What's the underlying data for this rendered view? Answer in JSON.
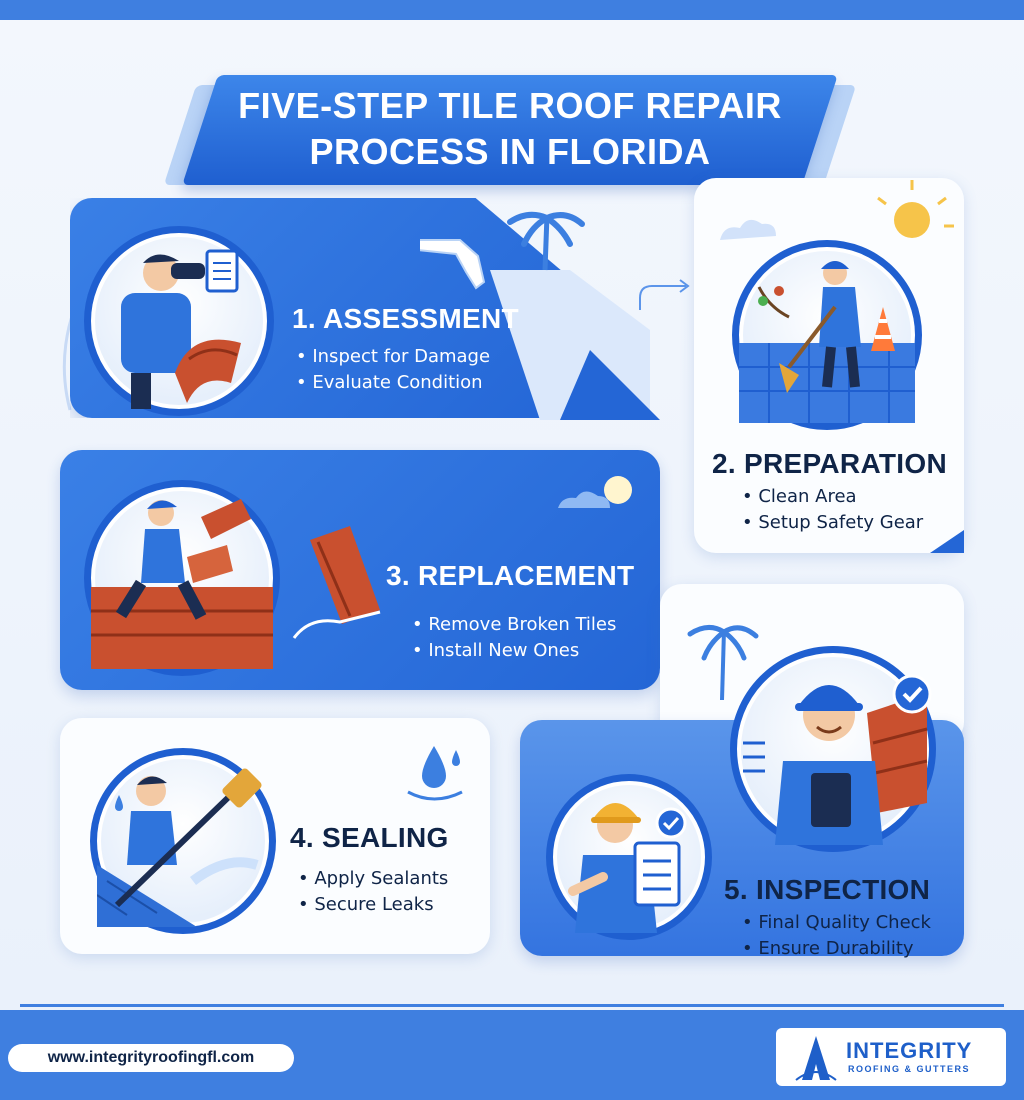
{
  "title": {
    "line1": "FIVE-STEP TILE ROOF REPAIR",
    "line2": "PROCESS IN FLORIDA"
  },
  "steps": [
    {
      "title": "1. ASSESSMENT",
      "bullets": [
        "Inspect for Damage",
        "Evaluate Condition"
      ]
    },
    {
      "title": "2. PREPARATION",
      "bullets": [
        "Clean Area",
        "Setup Safety Gear"
      ]
    },
    {
      "title": "3. REPLACEMENT",
      "bullets": [
        "Remove Broken Tiles",
        "Install New Ones"
      ]
    },
    {
      "title": "4. SEALING",
      "bullets": [
        "Apply Sealants",
        "Secure Leaks"
      ]
    },
    {
      "title": "5. INSPECTION",
      "bullets": [
        "Final Quality Check",
        "Ensure Durability"
      ]
    }
  ],
  "footer": {
    "url": "www.integrityroofingfl.com",
    "logo_name": "INTEGRITY",
    "logo_sub": "ROOFING & GUTTERS"
  },
  "colors": {
    "brand_blue": "#1f5fd0",
    "accent_blue": "#3f7fe0",
    "tile_red": "#c9502f"
  }
}
